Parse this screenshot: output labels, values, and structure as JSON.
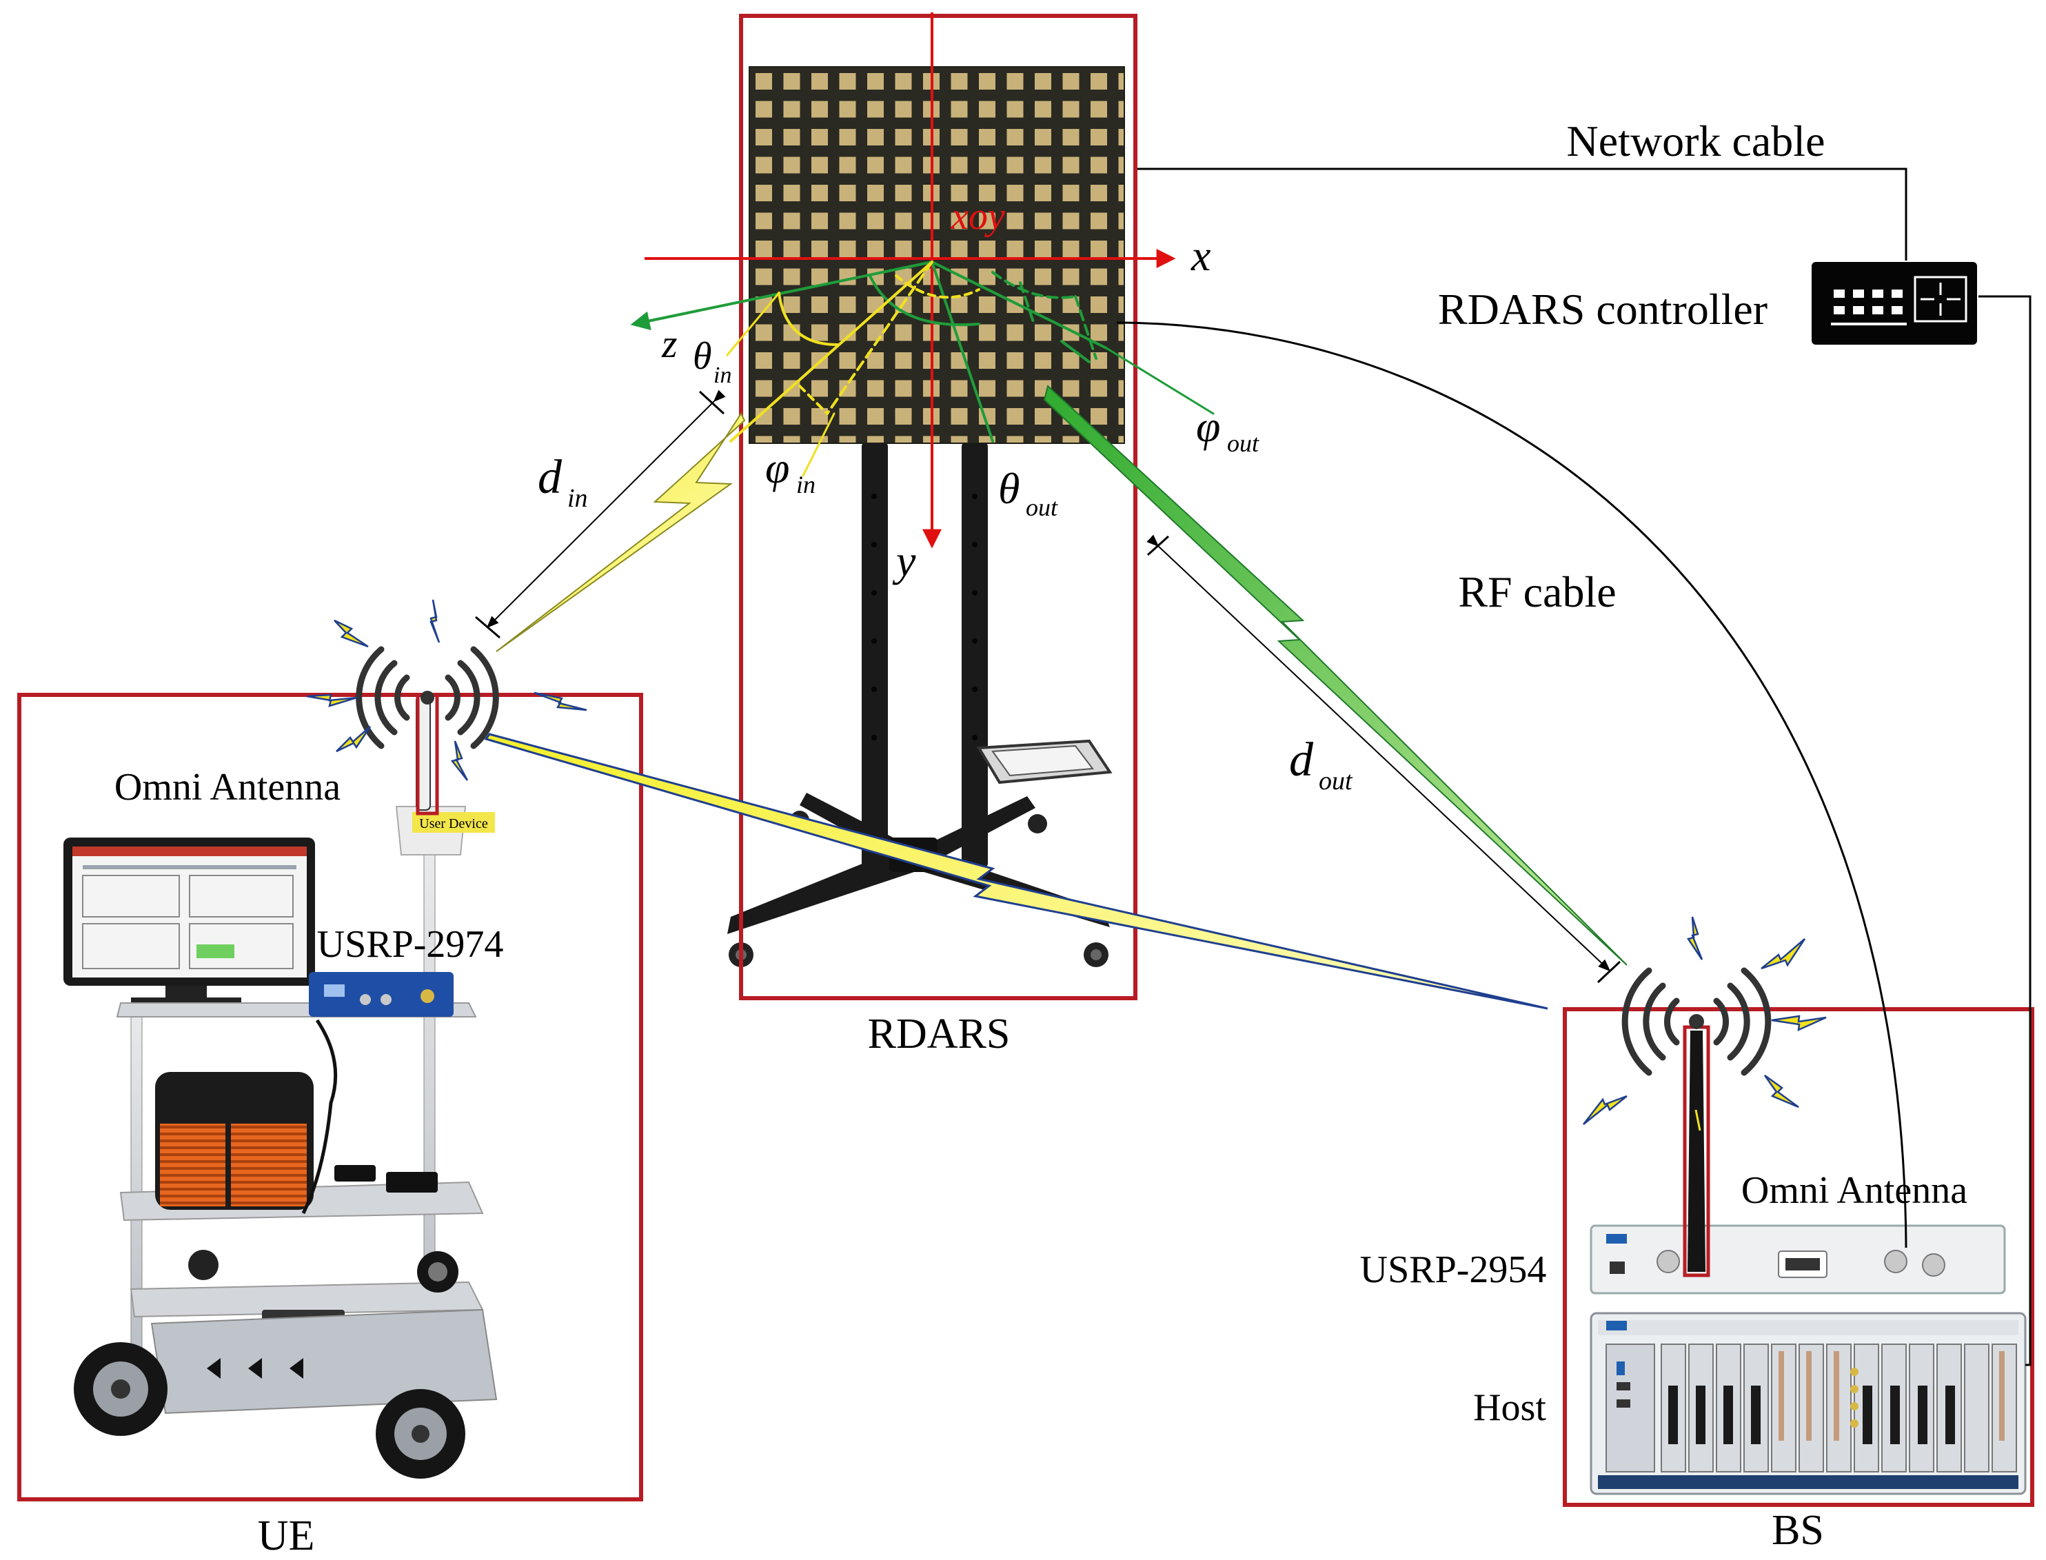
{
  "labels": {
    "network_cable": "Network cable",
    "rdars_controller": "RDARS controller",
    "rf_cable": "RF cable",
    "rdars": "RDARS",
    "ue": "UE",
    "bs": "BS",
    "omni_antenna_ue": "Omni Antenna",
    "omni_antenna_bs": "Omni Antenna",
    "usrp_ue": "USRP-2974",
    "usrp_bs": "USRP-2954",
    "host": "Host",
    "user_device_tag": "User Device",
    "axis_x": "x",
    "axis_y": "y",
    "axis_z": "z",
    "plane": "xoy",
    "theta": "θ",
    "phi": "φ",
    "sub_in": "in",
    "sub_out": "out",
    "d": "d"
  },
  "colors": {
    "frame_red": "#b81c24",
    "axis_red": "#e01010",
    "beam_yellow": "#f5ef2a",
    "beam_green": "#3cb83c",
    "incident_yellow": "#f0e020",
    "panel_dark": "#2a2a22",
    "element_gold": "#c9b27a",
    "stand_black": "#1a1a1a",
    "spark_yellow": "#f2e21c",
    "spark_blue": "#1f3f8f"
  },
  "icons": {
    "ue_antenna": "omni-antenna-icon",
    "bs_antenna": "omni-antenna-icon",
    "controller": "network-switch-icon"
  }
}
